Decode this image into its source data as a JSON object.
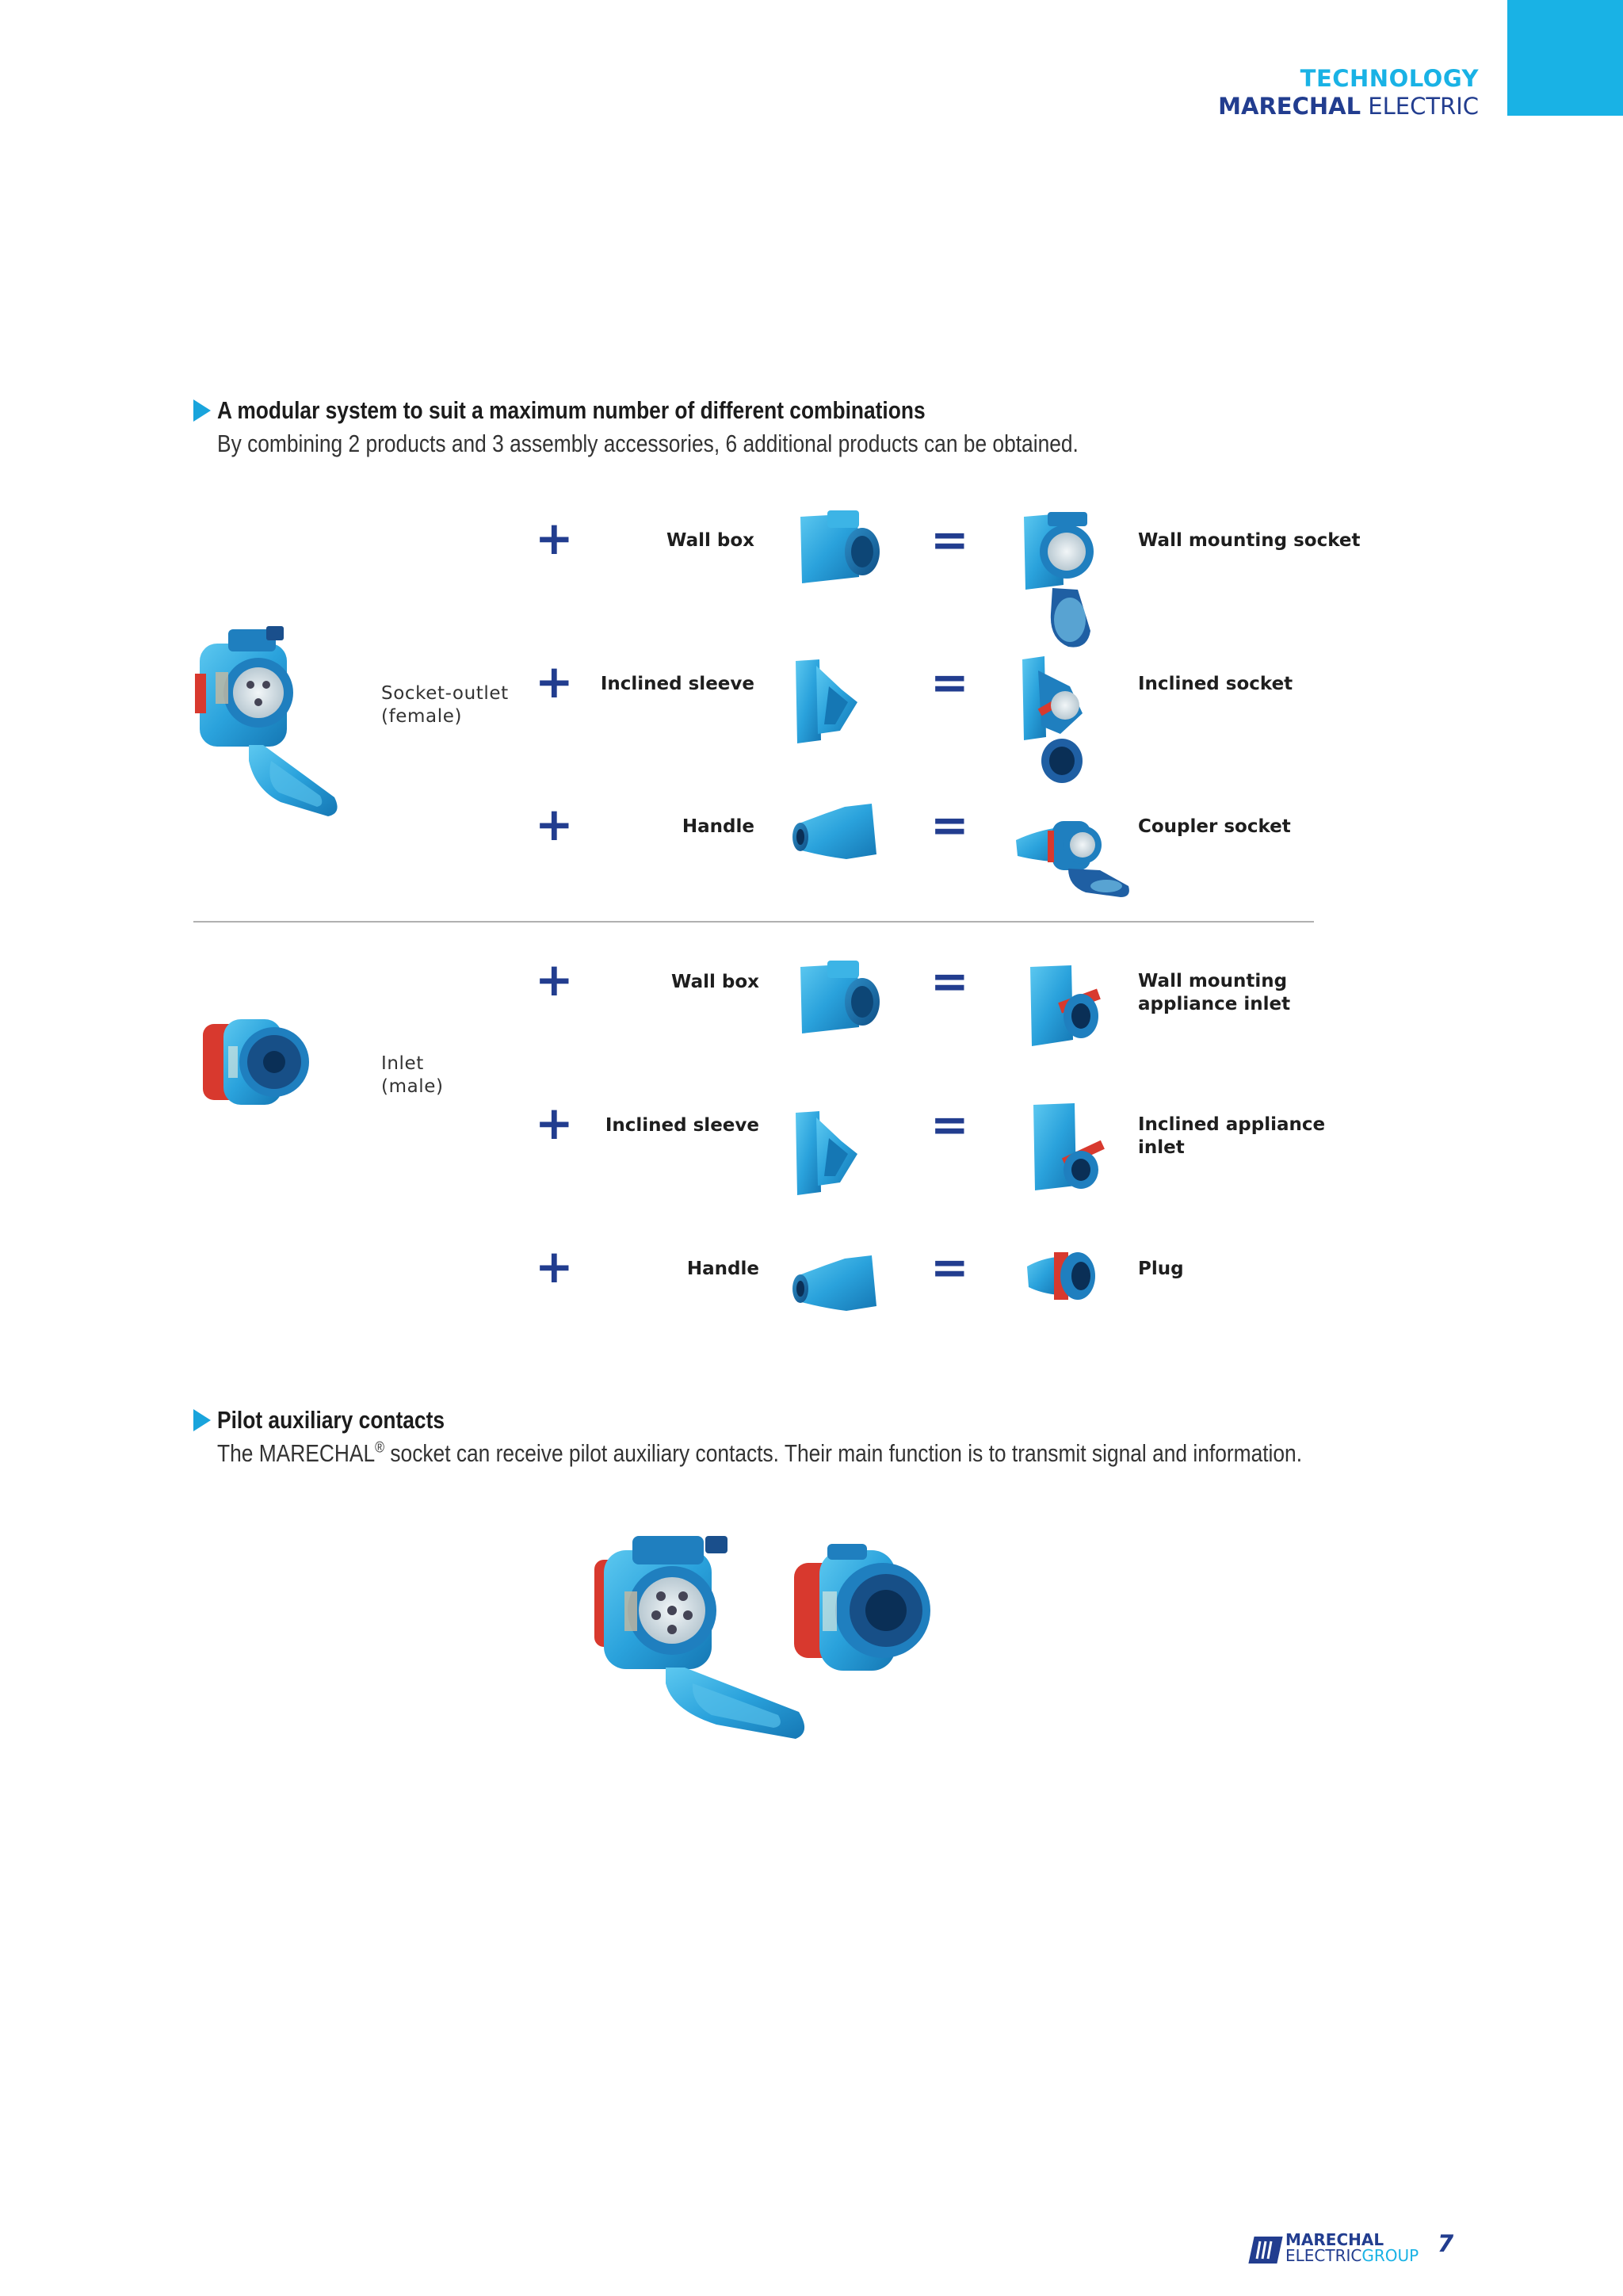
{
  "header": {
    "section": "TECHNOLOGY",
    "brand_bold": "MARECHAL",
    "brand_light": "ELECTRIC"
  },
  "section1": {
    "title": "A modular system to suit a maximum number of different combinations",
    "text": "By combining 2 products and 3 assembly accessories, 6 additional products can be obtained."
  },
  "operators": {
    "plus": "+",
    "equals": "="
  },
  "group_female": {
    "base_line1": "Socket-outlet",
    "base_line2": "(female)",
    "rows": [
      {
        "accessory": "Wall box",
        "result_line1": "Wall mounting socket",
        "result_line2": ""
      },
      {
        "accessory": "Inclined sleeve",
        "result_line1": "Inclined socket",
        "result_line2": ""
      },
      {
        "accessory": "Handle",
        "result_line1": "Coupler socket",
        "result_line2": ""
      }
    ]
  },
  "group_male": {
    "base_line1": "Inlet",
    "base_line2": "(male)",
    "rows": [
      {
        "accessory": "Wall box",
        "result_line1": "Wall mounting",
        "result_line2": "appliance inlet"
      },
      {
        "accessory": "Inclined sleeve",
        "result_line1": "Inclined appliance",
        "result_line2": "inlet"
      },
      {
        "accessory": "Handle",
        "result_line1": "Plug",
        "result_line2": ""
      }
    ]
  },
  "section2": {
    "title": "Pilot auxiliary contacts",
    "text_before": "The MARECHAL",
    "registered": "®",
    "text_after": " socket can receive pilot auxiliary contacts. Their main function is to transmit signal and information."
  },
  "footer": {
    "logo_line1": "MARECHAL",
    "logo_line2a": "ELECTRIC",
    "logo_line2b": "GROUP",
    "page_number": "7"
  },
  "colors": {
    "accent_cyan": "#19b2e5",
    "brand_navy": "#223d8f",
    "product_blue": "#2a9fd8",
    "product_red": "#d8392e"
  }
}
